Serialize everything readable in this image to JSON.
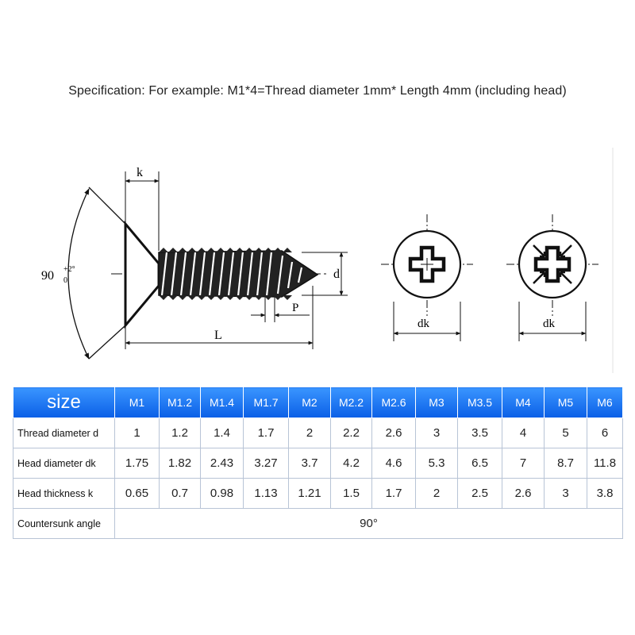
{
  "spec_text": "Specification: For example: M1*4=Thread diameter 1mm* Length 4mm (including head)",
  "drawing": {
    "label_k": "k",
    "label_angle": "90",
    "label_angle_sup": "+2°",
    "label_angle_sub": "0",
    "label_d": "d",
    "label_p": "P",
    "label_l": "L",
    "label_dk_1": "dk",
    "label_dk_2": "dk"
  },
  "table": {
    "header_label": "size",
    "sizes": [
      "M1",
      "M1.2",
      "M1.4",
      "M1.7",
      "M2",
      "M2.2",
      "M2.6",
      "M3",
      "M3.5",
      "M4",
      "M5",
      "M6"
    ],
    "rows": [
      {
        "label": "Thread diameter d",
        "values": [
          "1",
          "1.2",
          "1.4",
          "1.7",
          "2",
          "2.2",
          "2.6",
          "3",
          "3.5",
          "4",
          "5",
          "6"
        ]
      },
      {
        "label": "Head diameter dk",
        "values": [
          "1.75",
          "1.82",
          "2.43",
          "3.27",
          "3.7",
          "4.2",
          "4.6",
          "5.3",
          "6.5",
          "7",
          "8.7",
          "11.8"
        ]
      },
      {
        "label": "Head thickness k",
        "values": [
          "0.65",
          "0.7",
          "0.98",
          "1.13",
          "1.21",
          "1.5",
          "1.7",
          "2",
          "2.5",
          "2.6",
          "3",
          "3.8"
        ]
      }
    ],
    "countersunk_label": "Countersunk angle",
    "countersunk_value": "90°"
  }
}
